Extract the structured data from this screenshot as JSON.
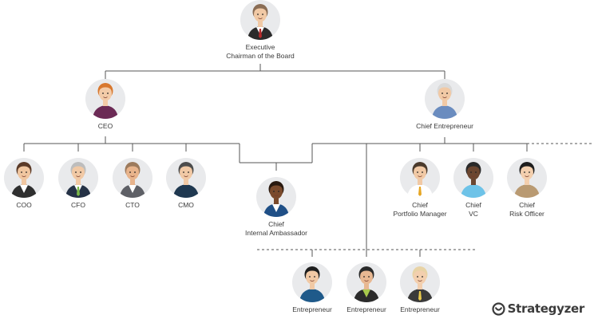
{
  "chart_data": {
    "type": "org-chart",
    "nodes": [
      {
        "id": "chairman",
        "label_lines": [
          "Executive",
          "Chairman of the Board"
        ],
        "parent": null,
        "skin": "#f1c9a5",
        "hair": "#8a6d55",
        "shirt": "#ffffff",
        "jacket": "#2b2b2b",
        "tie": "#b52a2a"
      },
      {
        "id": "ceo",
        "label_lines": [
          "CEO"
        ],
        "parent": "chairman",
        "skin": "#f3cba8",
        "hair": "#d8782f",
        "shirt": "#6b2a55",
        "jacket": "#6b2a55",
        "tie": ""
      },
      {
        "id": "chief-entrepreneur",
        "label_lines": [
          "Chief Entrepreneur"
        ],
        "parent": "chairman",
        "skin": "#f1c9a5",
        "hair": "#d9d9d9",
        "shirt": "#6a8cbf",
        "jacket": "#6a8cbf",
        "tie": ""
      },
      {
        "id": "coo",
        "label_lines": [
          "COO"
        ],
        "parent": "ceo",
        "skin": "#f0c6a0",
        "hair": "#5a3a28",
        "shirt": "#ffffff",
        "jacket": "#2f2f2f",
        "tie": ""
      },
      {
        "id": "cfo",
        "label_lines": [
          "CFO"
        ],
        "parent": "ceo",
        "skin": "#f1c9a5",
        "hair": "#bdbdbd",
        "shirt": "#ffffff",
        "jacket": "#253246",
        "tie": "#7ab648"
      },
      {
        "id": "cto",
        "label_lines": [
          "CTO"
        ],
        "parent": "ceo",
        "skin": "#e8b48c",
        "hair": "#9c7a5c",
        "shirt": "#ffffff",
        "jacket": "#5e6066",
        "tie": ""
      },
      {
        "id": "cmo",
        "label_lines": [
          "CMO"
        ],
        "parent": "ceo",
        "skin": "#f1c9a5",
        "hair": "#4d4d4d",
        "shirt": "#1f3850",
        "jacket": "#1f3850",
        "tie": ""
      },
      {
        "id": "internal-ambassador",
        "label_lines": [
          "Chief",
          "Internal Ambassador"
        ],
        "parent": "ceo",
        "skin": "#7a4a2c",
        "hair": "#2a1a10",
        "shirt": "#ffffff",
        "jacket": "#1f4f86",
        "tie": ""
      },
      {
        "id": "portfolio-manager",
        "label_lines": [
          "Chief",
          "Portfolio Manager"
        ],
        "parent": "chief-entrepreneur",
        "skin": "#f1c9a5",
        "hair": "#4a3a2c",
        "shirt": "#ffffff",
        "jacket": "#ffffff",
        "tie": "#e6a623"
      },
      {
        "id": "vc",
        "label_lines": [
          "Chief",
          "VC"
        ],
        "parent": "chief-entrepreneur",
        "skin": "#6b4630",
        "hair": "#2a2a2a",
        "shirt": "#6ec3e8",
        "jacket": "#6ec3e8",
        "tie": ""
      },
      {
        "id": "risk-officer",
        "label_lines": [
          "Chief",
          "Risk Officer"
        ],
        "parent": "chief-entrepreneur",
        "skin": "#f3cfae",
        "hair": "#1e1e1e",
        "shirt": "#b99a72",
        "jacket": "#b99a72",
        "tie": ""
      },
      {
        "id": "entrepreneur-1",
        "label_lines": [
          "Entrepreneur"
        ],
        "parent": "chief-entrepreneur",
        "skin": "#f1c9a5",
        "hair": "#1e1e1e",
        "shirt": "#1f5a8a",
        "jacket": "#1f5a8a",
        "tie": ""
      },
      {
        "id": "entrepreneur-2",
        "label_lines": [
          "Entrepreneur"
        ],
        "parent": "chief-entrepreneur",
        "skin": "#e8b892",
        "hair": "#2a2a2a",
        "shirt": "#a8c94c",
        "jacket": "#2b2b2b",
        "tie": ""
      },
      {
        "id": "entrepreneur-3",
        "label_lines": [
          "Entrepreneur"
        ],
        "parent": "chief-entrepreneur",
        "skin": "#f3cfae",
        "hair": "#e8d3a5",
        "shirt": "#3a3a3a",
        "jacket": "#3a3a3a",
        "tie": "#e8c94c"
      }
    ]
  },
  "colors": {
    "line": "#555555",
    "avatar_bg": "#e9eaec"
  },
  "brand": {
    "name": "Strategyzer",
    "icon": "strategyzer-logo-icon"
  }
}
